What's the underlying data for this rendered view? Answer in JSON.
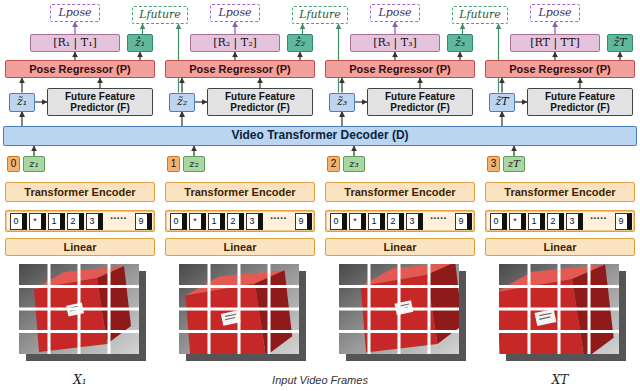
{
  "diagram": {
    "nodes": [
      {
        "text": [
          "Lpose"
        ]
      },
      {
        "text": [
          "Lpose"
        ]
      },
      {
        "text": [
          "Lpose"
        ]
      },
      {
        "text": [
          "Lpose"
        ]
      },
      {
        "text": [
          "Lfuture"
        ]
      },
      {
        "text": [
          "Lfuture"
        ]
      },
      {
        "text": [
          "Lfuture"
        ]
      },
      {
        "text": [
          "[R₁ | T₁]"
        ]
      },
      {
        "text": [
          "[R₂ | T₂]"
        ]
      },
      {
        "text": [
          "[R₃ | T₃]"
        ]
      },
      {
        "text": [
          "[RT | TT]"
        ]
      },
      {
        "text": [
          "ẑ₁"
        ]
      },
      {
        "text": [
          "ẑ₂"
        ]
      },
      {
        "text": [
          "ẑ₃"
        ]
      },
      {
        "text": [
          "ẑT"
        ]
      },
      {
        "text": [
          "Pose Regressor (P)"
        ]
      },
      {
        "text": [
          "Pose Regressor (P)"
        ]
      },
      {
        "text": [
          "Pose Regressor (P)"
        ]
      },
      {
        "text": [
          "Pose Regressor (P)"
        ]
      },
      {
        "text": [
          "z̃₁"
        ]
      },
      {
        "text": [
          "z̃₂"
        ]
      },
      {
        "text": [
          "z̃₃"
        ]
      },
      {
        "text": [
          "z̃T"
        ]
      },
      {
        "text": [
          "Future Feature Predictor (F)"
        ]
      },
      {
        "text": [
          "Future Feature Predictor (F)"
        ]
      },
      {
        "text": [
          "Future Feature Predictor (F)"
        ]
      },
      {
        "text": [
          "Future Feature Predictor (F)"
        ]
      },
      {
        "text": [
          "Video Transformer Decoder (D)"
        ]
      },
      {
        "text": [
          "0"
        ]
      },
      {
        "text": [
          "z₁"
        ]
      },
      {
        "text": [
          "1"
        ]
      },
      {
        "text": [
          "z₂"
        ]
      },
      {
        "text": [
          "2"
        ]
      },
      {
        "text": [
          "z₃"
        ]
      },
      {
        "text": [
          "3"
        ]
      },
      {
        "text": [
          "zT"
        ]
      },
      {
        "text": [
          "Transformer Encoder"
        ]
      },
      {
        "text": [
          "Transformer Encoder"
        ]
      },
      {
        "text": [
          "Transformer Encoder"
        ]
      },
      {
        "text": [
          "Transformer Encoder"
        ]
      },
      {
        "text": [
          "0"
        ]
      },
      {
        "text": [
          "*"
        ]
      },
      {
        "text": [
          "1"
        ]
      },
      {
        "text": [
          "2"
        ]
      },
      {
        "text": [
          "3"
        ]
      },
      {
        "text": [
          "9"
        ]
      },
      {
        "text": [
          "0"
        ]
      },
      {
        "text": [
          "*"
        ]
      },
      {
        "text": [
          "1"
        ]
      },
      {
        "text": [
          "2"
        ]
      },
      {
        "text": [
          "3"
        ]
      },
      {
        "text": [
          "9"
        ]
      },
      {
        "text": [
          "0"
        ]
      },
      {
        "text": [
          "*"
        ]
      },
      {
        "text": [
          "1"
        ]
      },
      {
        "text": [
          "2"
        ]
      },
      {
        "text": [
          "3"
        ]
      },
      {
        "text": [
          "9"
        ]
      },
      {
        "text": [
          "0"
        ]
      },
      {
        "text": [
          "*"
        ]
      },
      {
        "text": [
          "1"
        ]
      },
      {
        "text": [
          "2"
        ]
      },
      {
        "text": [
          "3"
        ]
      },
      {
        "text": [
          "9"
        ]
      },
      {
        "text": [
          "Linear"
        ]
      },
      {
        "text": [
          "Linear"
        ]
      },
      {
        "text": [
          "Linear"
        ]
      },
      {
        "text": [
          "Linear"
        ]
      }
    ],
    "edges": [
      {
        "from": 7,
        "to": 0,
        "arrow": "to"
      },
      {
        "from": 15,
        "to": 7,
        "arrow": "to"
      },
      {
        "from": 15,
        "to": 11,
        "arrow": "to"
      },
      {
        "from": 19,
        "to": 23,
        "arrow": "to"
      },
      {
        "from": 19,
        "to": 15,
        "arrow": "to"
      },
      {
        "from": 23,
        "to": 15,
        "arrow": "to"
      },
      {
        "from": 27,
        "to": 19,
        "arrow": "to"
      },
      {
        "from": 29,
        "to": 27,
        "arrow": "to"
      },
      {
        "from": 8,
        "to": 1,
        "arrow": "to"
      },
      {
        "from": 16,
        "to": 8,
        "arrow": "to"
      },
      {
        "from": 16,
        "to": 12,
        "arrow": "to"
      },
      {
        "from": 20,
        "to": 24,
        "arrow": "to"
      },
      {
        "from": 20,
        "to": 16,
        "arrow": "to"
      },
      {
        "from": 24,
        "to": 16,
        "arrow": "to"
      },
      {
        "from": 27,
        "to": 20,
        "arrow": "to"
      },
      {
        "from": 31,
        "to": 27,
        "arrow": "to"
      },
      {
        "from": 9,
        "to": 2,
        "arrow": "to"
      },
      {
        "from": 17,
        "to": 9,
        "arrow": "to"
      },
      {
        "from": 17,
        "to": 13,
        "arrow": "to"
      },
      {
        "from": 21,
        "to": 25,
        "arrow": "to"
      },
      {
        "from": 21,
        "to": 17,
        "arrow": "to"
      },
      {
        "from": 25,
        "to": 17,
        "arrow": "to"
      },
      {
        "from": 27,
        "to": 21,
        "arrow": "to"
      },
      {
        "from": 33,
        "to": 27,
        "arrow": "to"
      },
      {
        "from": 10,
        "to": 3,
        "arrow": "to"
      },
      {
        "from": 18,
        "to": 10,
        "arrow": "to"
      },
      {
        "from": 18,
        "to": 14,
        "arrow": "to"
      },
      {
        "from": 22,
        "to": 26,
        "arrow": "to"
      },
      {
        "from": 22,
        "to": 18,
        "arrow": "to"
      },
      {
        "from": 26,
        "to": 18,
        "arrow": "to"
      },
      {
        "from": 27,
        "to": 22,
        "arrow": "to"
      },
      {
        "from": 35,
        "to": 27,
        "arrow": "to"
      },
      {
        "from": 11,
        "to": 4,
        "arrow": "to"
      },
      {
        "from": 20,
        "to": 4,
        "arrow": "to"
      },
      {
        "from": 12,
        "to": 5,
        "arrow": "to"
      },
      {
        "from": 21,
        "to": 5,
        "arrow": "to"
      },
      {
        "from": 13,
        "to": 6,
        "arrow": "to"
      },
      {
        "from": 22,
        "to": 6,
        "arrow": "to"
      }
    ],
    "labels": [
      "·····",
      "·····",
      "·····",
      "·····",
      "X₁",
      "Input Video Frames",
      "XT"
    ]
  }
}
